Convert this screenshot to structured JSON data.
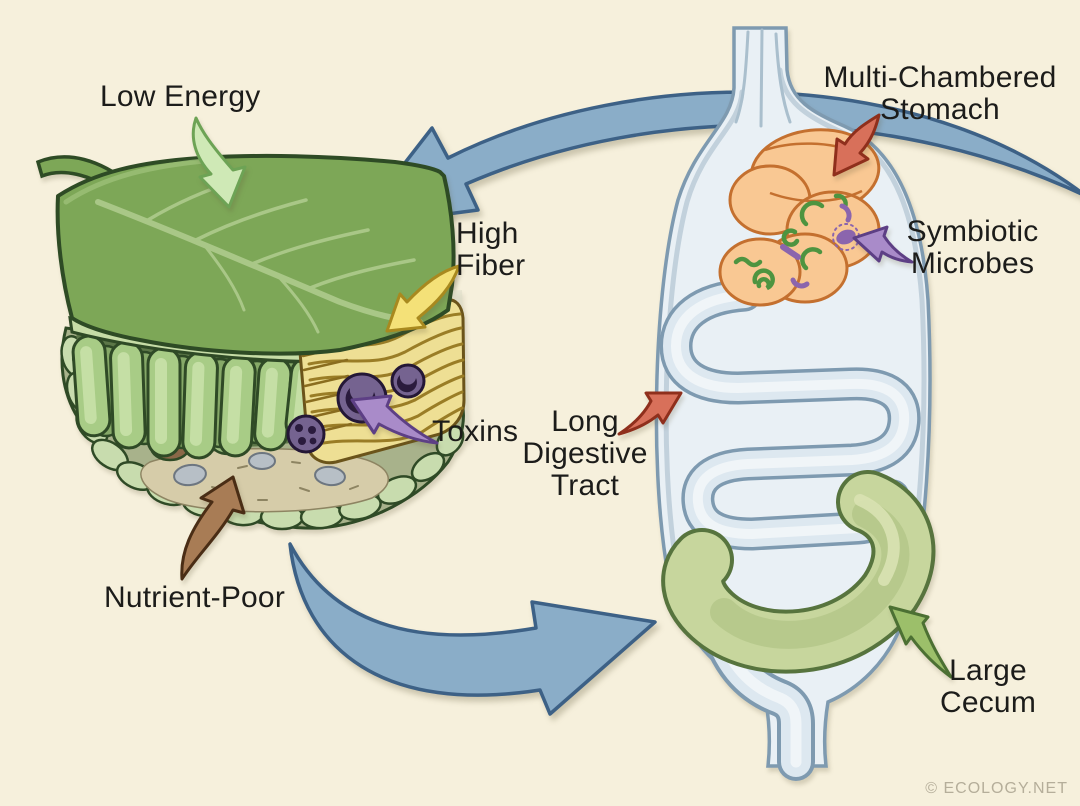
{
  "title": "Herbivore diet and digestive adaptation diagram",
  "watermark": "© ECOLOGY.NET",
  "leaf_section": {
    "description": "leaf cross-section showing food properties",
    "labels": {
      "low_energy": "Low Energy",
      "high_fiber": "High\nFiber",
      "toxins": "Toxins",
      "nutrient_poor": "Nutrient-Poor"
    }
  },
  "digestive_tract": {
    "description": "herbivore digestive tract adaptations",
    "labels": {
      "multi_chambered_stomach": "Multi-Chambered\nStomach",
      "symbiotic_microbes": "Symbiotic\nMicrobes",
      "long_digestive_tract": "Long\nDigestive\nTract",
      "large_cecum": "Large\nCecum"
    }
  },
  "palette": {
    "background": "#f6f0dc",
    "text": "#1c1c1a",
    "cycle_arrow_blue": "#8aadc8",
    "leaf_green": "#7da757",
    "palisade_green": "#a8cc86",
    "fiber_yellow": "#eedf94",
    "toxin_purple": "#756390",
    "gut_blue_fill": "#e9f0f5",
    "gut_blue_line": "#7e9ab0",
    "stomach_orange": "#f9c893",
    "microbe_green": "#4e9440",
    "microbe_purple": "#8b65ad",
    "cecum_green": "#c7d69d",
    "arrow_low_energy": "#cfe9b6",
    "arrow_high_fiber": "#f4e178",
    "arrow_toxins": "#a98bc9",
    "arrow_nutrient_poor": "#a87c55",
    "arrow_red": "#d8705a",
    "arrow_cecum": "#9cbf6a",
    "watermark_gray": "#b5ae9a"
  }
}
